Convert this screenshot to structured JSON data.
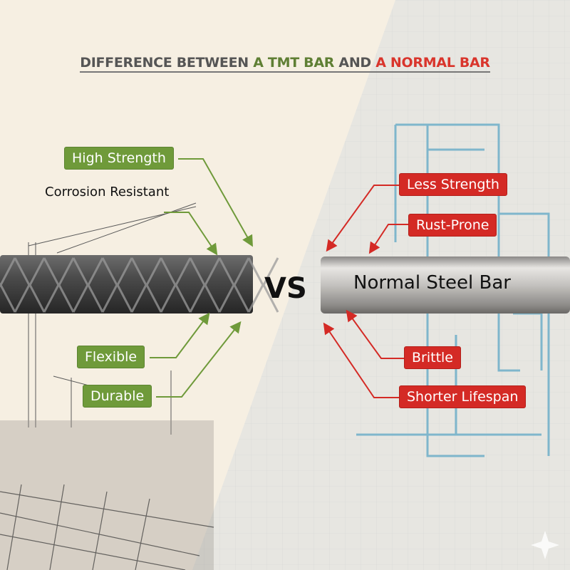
{
  "title": {
    "part1": "DIFFERENCE BETWEEN ",
    "part2": "A TMT BAR",
    "part3": " AND ",
    "part4": "A NORMAL BAR"
  },
  "tmt": {
    "labels": [
      "High Strength",
      "Flexible",
      "Durable"
    ],
    "plain_label": "Corrosion Resistant"
  },
  "vs": "VS",
  "normal": {
    "bar_label": "Normal Steel Bar",
    "labels": [
      "Less Strength",
      "Rust-Prone",
      "Brittle",
      "Shorter Lifespan"
    ]
  },
  "colors": {
    "green": "#6f9a3a",
    "red": "#d42a25",
    "left_bg": "#f6efe2",
    "right_bg": "#e7e6e1",
    "blueprint": "#7fb6cc"
  }
}
